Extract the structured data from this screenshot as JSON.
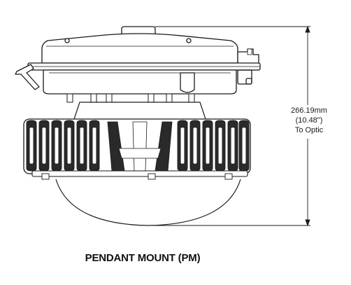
{
  "drawing": {
    "dimension": {
      "metric": "266.19mm",
      "imperial": "(10.48\")",
      "reference": "To Optic"
    },
    "caption": "PENDANT MOUNT (PM)"
  },
  "colors": {
    "line": "#1a1a1a",
    "fill_dark": "#2a2a2a",
    "fill_light": "#ffffff"
  }
}
